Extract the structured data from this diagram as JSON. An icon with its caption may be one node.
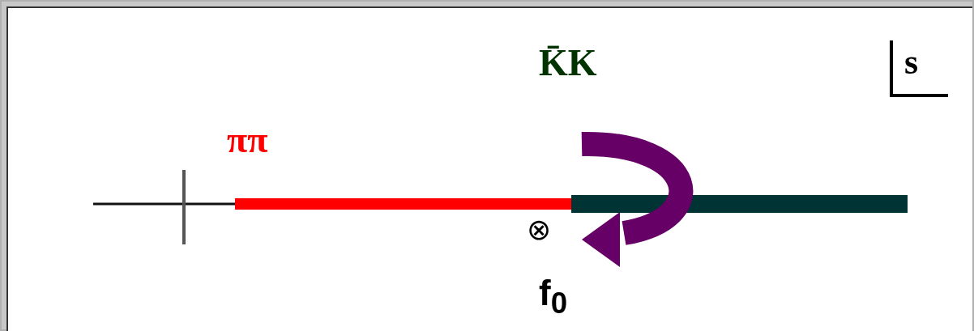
{
  "diagram": {
    "labels": [
      "K̄K",
      "s",
      "ππ",
      "⊗",
      "f$_{0}$"
    ]
  }
}
